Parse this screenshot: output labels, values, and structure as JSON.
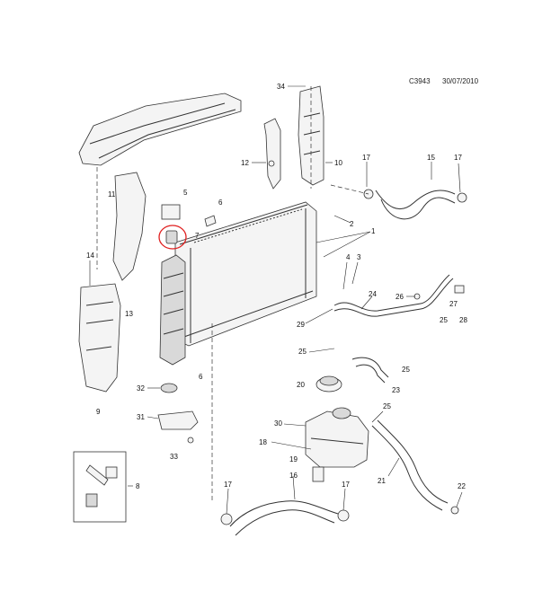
{
  "header": {
    "diagram_code": "C3943",
    "date": "30/07/2010"
  },
  "callouts": [
    "34",
    "12",
    "10",
    "17",
    "15",
    "17",
    "11",
    "5",
    "6",
    "2",
    "1",
    "7",
    "4",
    "3",
    "14",
    "26",
    "24",
    "27",
    "13",
    "29",
    "25",
    "28",
    "25",
    "25",
    "32",
    "6",
    "20",
    "23",
    "9",
    "31",
    "30",
    "25",
    "18",
    "19",
    "33",
    "16",
    "21",
    "8",
    "17",
    "17",
    "22"
  ],
  "highlight": {
    "part": "7",
    "color": "#e02020"
  }
}
